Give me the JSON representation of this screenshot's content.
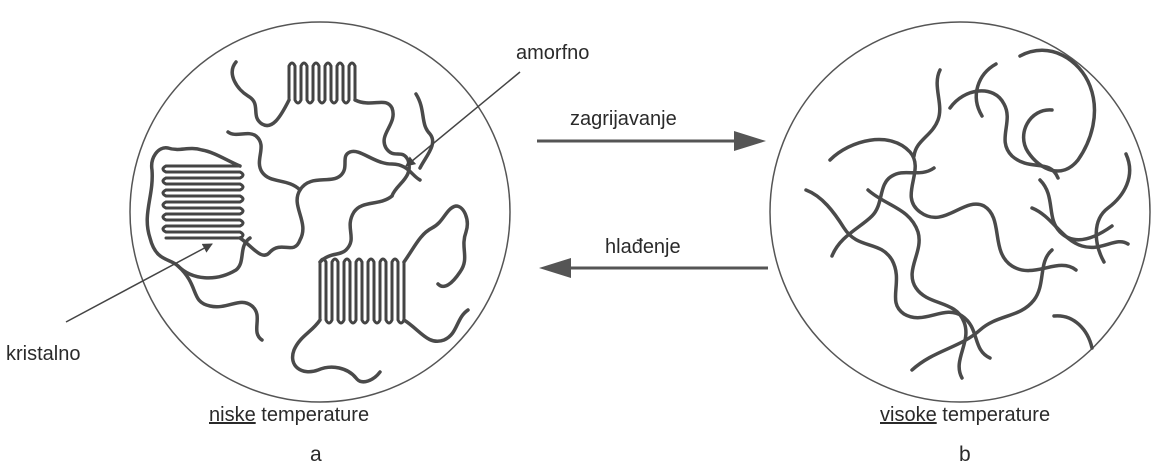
{
  "labels": {
    "amorphous": "amorfno",
    "crystalline": "kristalno",
    "heating": "zagrijavanje",
    "cooling": "hlađenje"
  },
  "captions": {
    "left": {
      "underlined": "niske",
      "rest": " temperature",
      "letter": "a"
    },
    "right": {
      "underlined": "visoke",
      "rest": " temperature",
      "letter": "b"
    }
  },
  "colors": {
    "ink": "#3a3a3a",
    "chain": "#4a4a4a",
    "background": "#ffffff"
  }
}
